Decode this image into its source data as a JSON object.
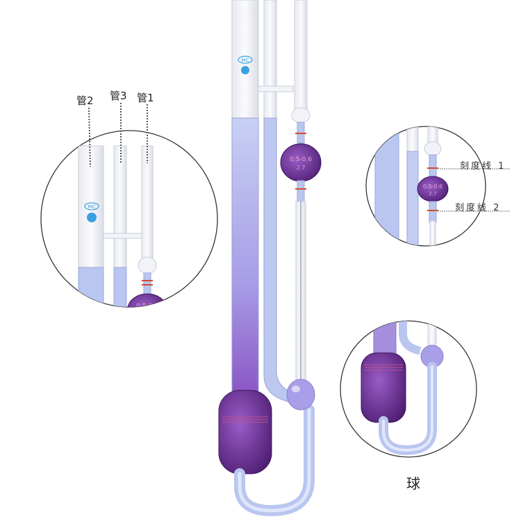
{
  "labels": {
    "tube2": "管2",
    "tube3": "管3",
    "tube1": "管1",
    "mark1": "刻度线 1",
    "mark2": "刻度线 2",
    "ball": "球"
  },
  "bulb_marking": "0.5-0.6",
  "bulb_marking_sub": "2.7",
  "logo_text": "MC",
  "colors": {
    "liquid_light": "#b9c6ef",
    "liquid_purple": "#7a3fa6",
    "bulb_purple": "#6a2a8e",
    "glass": "#eef0f5",
    "mark_red": "#d64a2a",
    "logo_blue": "#3aa0e0"
  }
}
